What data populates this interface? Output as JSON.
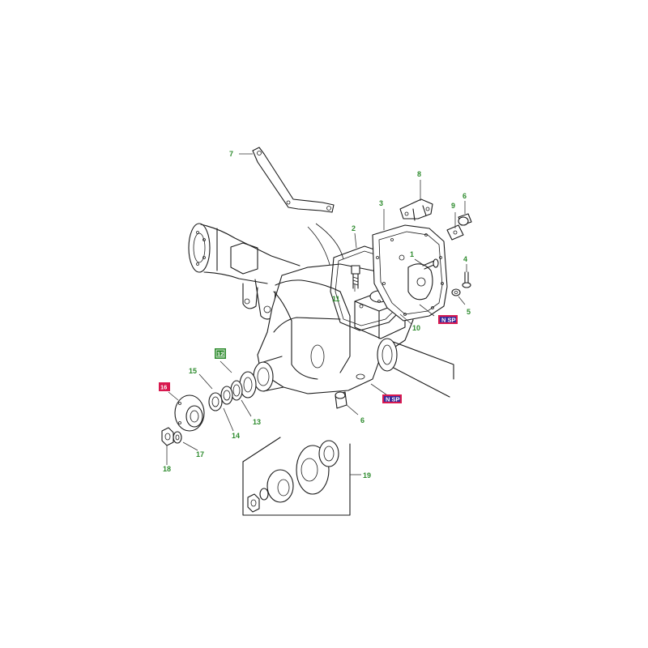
{
  "colors": {
    "callout": "#2e8b2e",
    "tag_red": "#d8194f",
    "tag_nsp": "#3a2a9a",
    "tag_green": "#2e8b2e",
    "line": "#1a1a1a"
  },
  "callouts": {
    "c1": "1",
    "c2": "2",
    "c3": "3",
    "c4": "4",
    "c5": "5",
    "c6a": "6",
    "c6b": "6",
    "c7": "7",
    "c8": "8",
    "c9": "9",
    "c10": "10",
    "c11": "11",
    "c13": "13",
    "c14": "14",
    "c15": "15",
    "c17": "17",
    "c18": "18",
    "c19": "19"
  },
  "tags": {
    "nsp_upper": "N SP",
    "nsp_lower": "N SP",
    "tag_12": "12",
    "tag_16": "16"
  }
}
